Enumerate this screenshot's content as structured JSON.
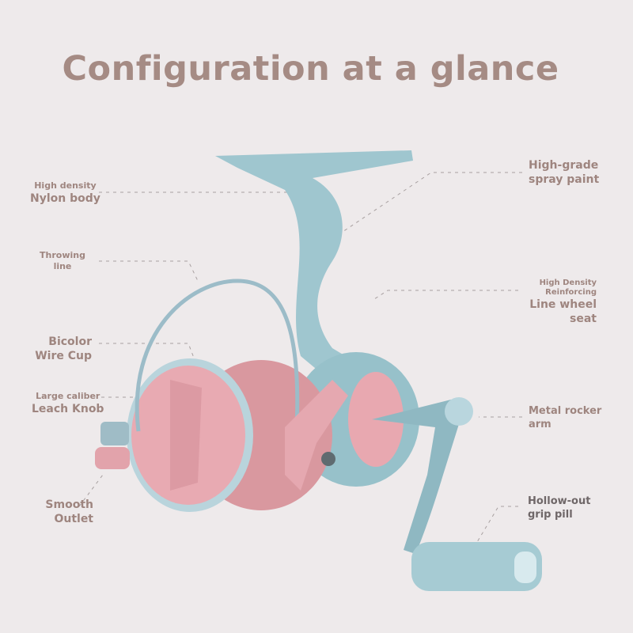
{
  "title": "Configuration at a glance",
  "labels": {
    "nylon": {
      "sub": "High density",
      "main": "Nylon body"
    },
    "throwing": {
      "line1": "Throwing",
      "line2": "line"
    },
    "wirecup": {
      "line1": "Bicolor",
      "line2": "Wire Cup"
    },
    "knob": {
      "sub": "Large caliber",
      "main": "Leach Knob"
    },
    "outlet": {
      "line1": "Smooth",
      "line2": "Outlet"
    },
    "spray": {
      "line1": "High-grade",
      "line2": "spray paint"
    },
    "seat": {
      "sub1": "High Density",
      "sub2": "Reinforcing",
      "main": "Line wheel seat"
    },
    "rocker": {
      "line1": "Metal rocker",
      "line2": "arm"
    },
    "grip": {
      "line1": "Hollow-out",
      "line2": "grip pill"
    }
  },
  "colors": {
    "body": "#9fc6cf",
    "spool": "#e8a8b0",
    "title": "#a58b84"
  }
}
